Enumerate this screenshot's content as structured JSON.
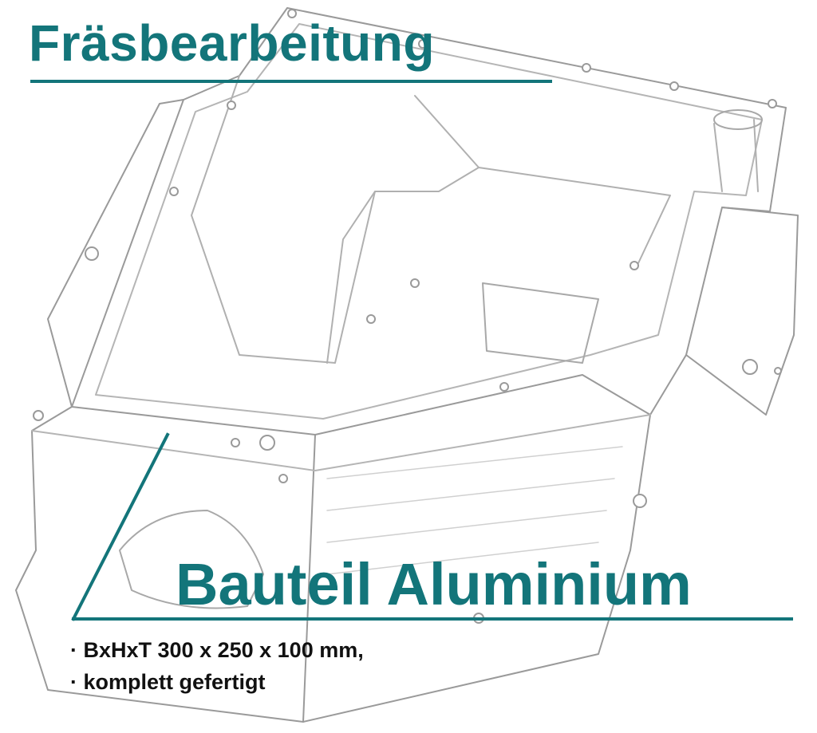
{
  "headline": "Fräsbearbeitung",
  "subject": "Bauteil Aluminium",
  "specs": [
    "BxHxT 300 x 250 x 100 mm,",
    "komplett gefertigt"
  ],
  "colors": {
    "accent": "#13757a",
    "text": "#111111",
    "sketch_stroke": "#9a9a9a",
    "background": "#ffffff"
  }
}
